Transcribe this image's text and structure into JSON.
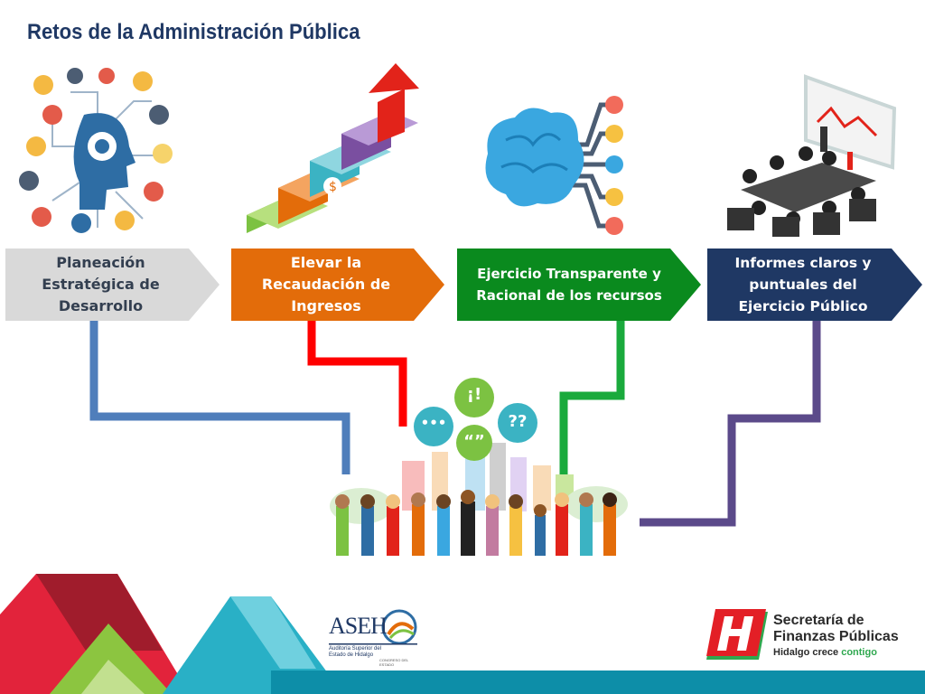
{
  "page": {
    "title": "Retos de la Administración Pública"
  },
  "steps": [
    {
      "label": "Planeación\nEstratégica de\nDesarrollo",
      "color": "#d9d9d9",
      "text_color": "#333f50",
      "connector_color": "#4f7ebb"
    },
    {
      "label": "Elevar la\nRecaudación de\nIngresos",
      "color": "#e36c0a",
      "text_color": "#ffffff",
      "connector_color": "#ff0000"
    },
    {
      "label": "Ejercicio Transparente y\nRacional de los recursos",
      "color": "#0a8a1e",
      "text_color": "#ffffff",
      "connector_color": "#1aaa3c"
    },
    {
      "label": "Informes claros y\npuntuales del\nEjercicio Público",
      "color": "#1f3864",
      "text_color": "#ffffff",
      "connector_color": "#5b4a8a"
    }
  ],
  "speech_bubbles": [
    "•••",
    "¡!",
    "“”",
    "??"
  ],
  "logos": {
    "aseh": {
      "name": "ASEH",
      "subtitle": "Auditoría Superior del Estado de Hidalgo",
      "tagline": "CONGRESO DEL ESTADO"
    },
    "sfp": {
      "line1": "Secretaría de",
      "line2": "Finanzas Públicas",
      "tagline_a": "Hidalgo crece ",
      "tagline_b": "contigo",
      "accent": "#e31f26",
      "accent2": "#2fa84f"
    }
  },
  "icons": [
    "strategy-head-icon",
    "staircase-growth-icon",
    "brain-network-icon",
    "boardroom-meeting-icon",
    "city-people-icon"
  ]
}
